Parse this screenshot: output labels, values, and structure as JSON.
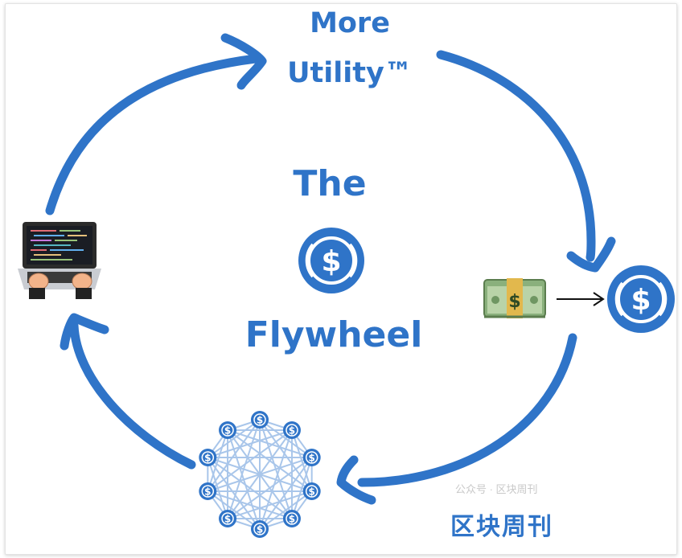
{
  "title": {
    "line1": "More",
    "line2": "Utility™",
    "center_top": "The",
    "center_bottom": "Flywheel"
  },
  "watermark": {
    "brand": "区块周刊",
    "faint_text": "公众号 · 区块周刊"
  },
  "icons": {
    "center_coin": "usdc-coin-icon",
    "laptop": "laptop-coding-icon",
    "cash": "money-bundle-icon",
    "arrow": "right-arrow-icon",
    "right_coin": "usdc-coin-icon",
    "network": "usdc-network-icon"
  },
  "colors": {
    "accent": "#2f74c8",
    "network_line": "#a9c6ea"
  }
}
